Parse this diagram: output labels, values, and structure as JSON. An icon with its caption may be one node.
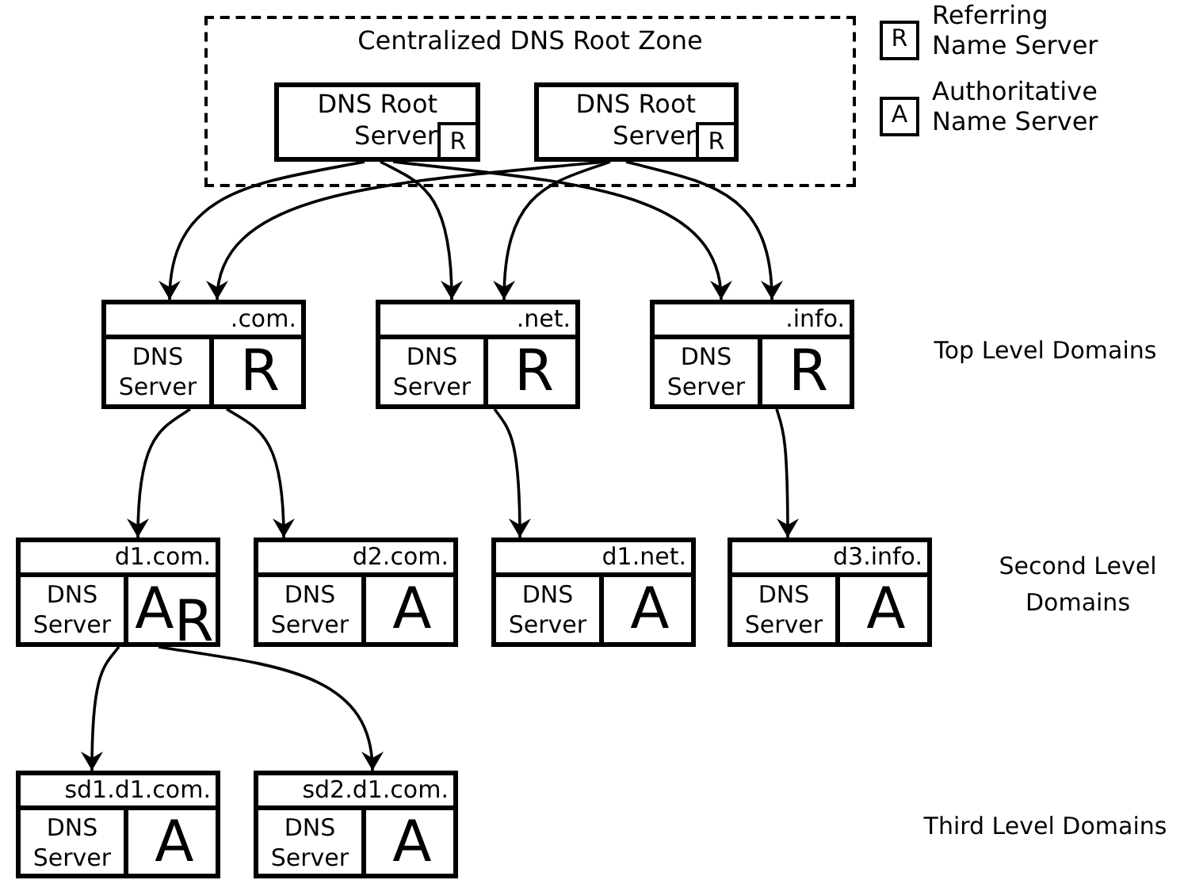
{
  "diagram": {
    "nodes": [
      {
        "text": [
          "Centralized DNS Root Zone"
        ]
      },
      {
        "text": [
          "DNS Root Server",
          "R"
        ],
        "in": 0
      },
      {
        "text": [
          "DNS Root Server",
          "R"
        ],
        "in": 0
      },
      {
        "text": [
          ".com.",
          "DNS Server",
          "R"
        ]
      },
      {
        "text": [
          ".net.",
          "DNS Server",
          "R"
        ]
      },
      {
        "text": [
          ".info.",
          "DNS Server",
          "R"
        ]
      },
      {
        "text": [
          "d1.com.",
          "DNS Server",
          "A",
          "R"
        ]
      },
      {
        "text": [
          "d2.com.",
          "DNS Server",
          "A"
        ]
      },
      {
        "text": [
          "d1.net.",
          "DNS Server",
          "A"
        ]
      },
      {
        "text": [
          "d3.info.",
          "DNS Server",
          "A"
        ]
      },
      {
        "text": [
          "sd1.d1.com.",
          "DNS Server",
          "A"
        ]
      },
      {
        "text": [
          "sd2.d1.com.",
          "DNS Server",
          "A"
        ]
      },
      {
        "text": [
          "R"
        ],
        "beside": [
          "Referring Name Server"
        ]
      },
      {
        "text": [
          "A"
        ],
        "beside": [
          "Authoritative Name Server"
        ]
      }
    ],
    "edges": [
      {
        "from": 1,
        "to": 3,
        "arrow": "to"
      },
      {
        "from": 1,
        "to": 4,
        "arrow": "to"
      },
      {
        "from": 1,
        "to": 5,
        "arrow": "to"
      },
      {
        "from": 2,
        "to": 3,
        "arrow": "to"
      },
      {
        "from": 2,
        "to": 4,
        "arrow": "to"
      },
      {
        "from": 2,
        "to": 5,
        "arrow": "to"
      },
      {
        "from": 3,
        "to": 6,
        "arrow": "to"
      },
      {
        "from": 3,
        "to": 7,
        "arrow": "to"
      },
      {
        "from": 4,
        "to": 8,
        "arrow": "to"
      },
      {
        "from": 5,
        "to": 9,
        "arrow": "to"
      },
      {
        "from": 6,
        "to": 10,
        "arrow": "to"
      },
      {
        "from": 6,
        "to": 11,
        "arrow": "to"
      }
    ],
    "labels": [
      "Top Level Domains",
      "Second Level Domains",
      "Third Level Domains"
    ]
  }
}
